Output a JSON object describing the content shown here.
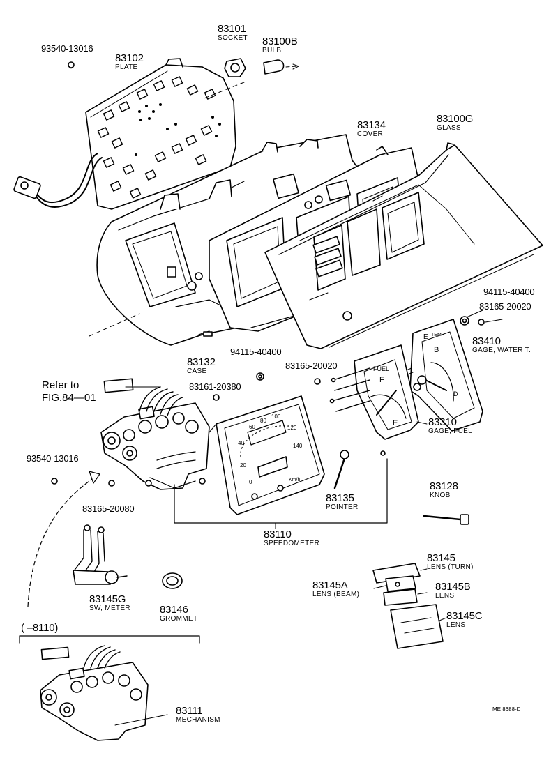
{
  "labels": {
    "p93540_top": "93540-13016",
    "p83102": "83102",
    "p83102_name": "PLATE",
    "p83101": "83101",
    "p83101_name": "SOCKET",
    "p83100b": "83100B",
    "p83100b_name": "BULB",
    "p83134": "83134",
    "p83134_name": "COVER",
    "p83100g": "83100G",
    "p83100g_name": "GLASS",
    "p94115_right": "94115-40400",
    "p83165_right": "83165-20020",
    "p83410": "83410",
    "p83410_name": "GAGE, WATER  T.",
    "p83132": "83132",
    "p83132_name": "CASE",
    "p94115_mid": "94115-40400",
    "p83165_mid": "83165-20020",
    "refer_line1": "Refer to",
    "refer_line2": "FIG.84—01",
    "p83161": "83161-20380",
    "p83310": "83310",
    "p83310_name": "GAGE, FUEL",
    "p93540_left": "93540-13016",
    "p83165_20080": "83165-20080",
    "p83135": "83135",
    "p83135_name": "POINTER",
    "p83128": "83128",
    "p83128_name": "KNOB",
    "p83110": "83110",
    "p83110_name": "SPEEDOMETER",
    "p83145": "83145",
    "p83145_name": "LENS (TURN)",
    "p83145a": "83145A",
    "p83145a_name": "LENS (BEAM)",
    "p83145b": "83145B",
    "p83145b_name": "LENS",
    "p83145c": "83145C",
    "p83145c_name": "LENS",
    "p83145g": "83145G",
    "p83145g_name": "SW, METER",
    "p83146": "83146",
    "p83146_name": "GROMMET",
    "range_note": "(       –8110)",
    "p83111": "83111",
    "p83111_name": "MECHANISM",
    "figure_code": "ME  8688-D"
  },
  "gauge_text": {
    "fuel": "FUEL",
    "fuel_f": "F",
    "fuel_e": "E",
    "temp": "TEMP",
    "temp_b": "B",
    "temp_e": "E",
    "temp_d": "D",
    "speed_60": "60",
    "speed_80": "80",
    "speed_100": "100",
    "speed_40": "40",
    "speed_120": "120",
    "speed_20": "20",
    "speed_140": "140",
    "speed_0": "0",
    "speed_unit": "Km/h"
  }
}
